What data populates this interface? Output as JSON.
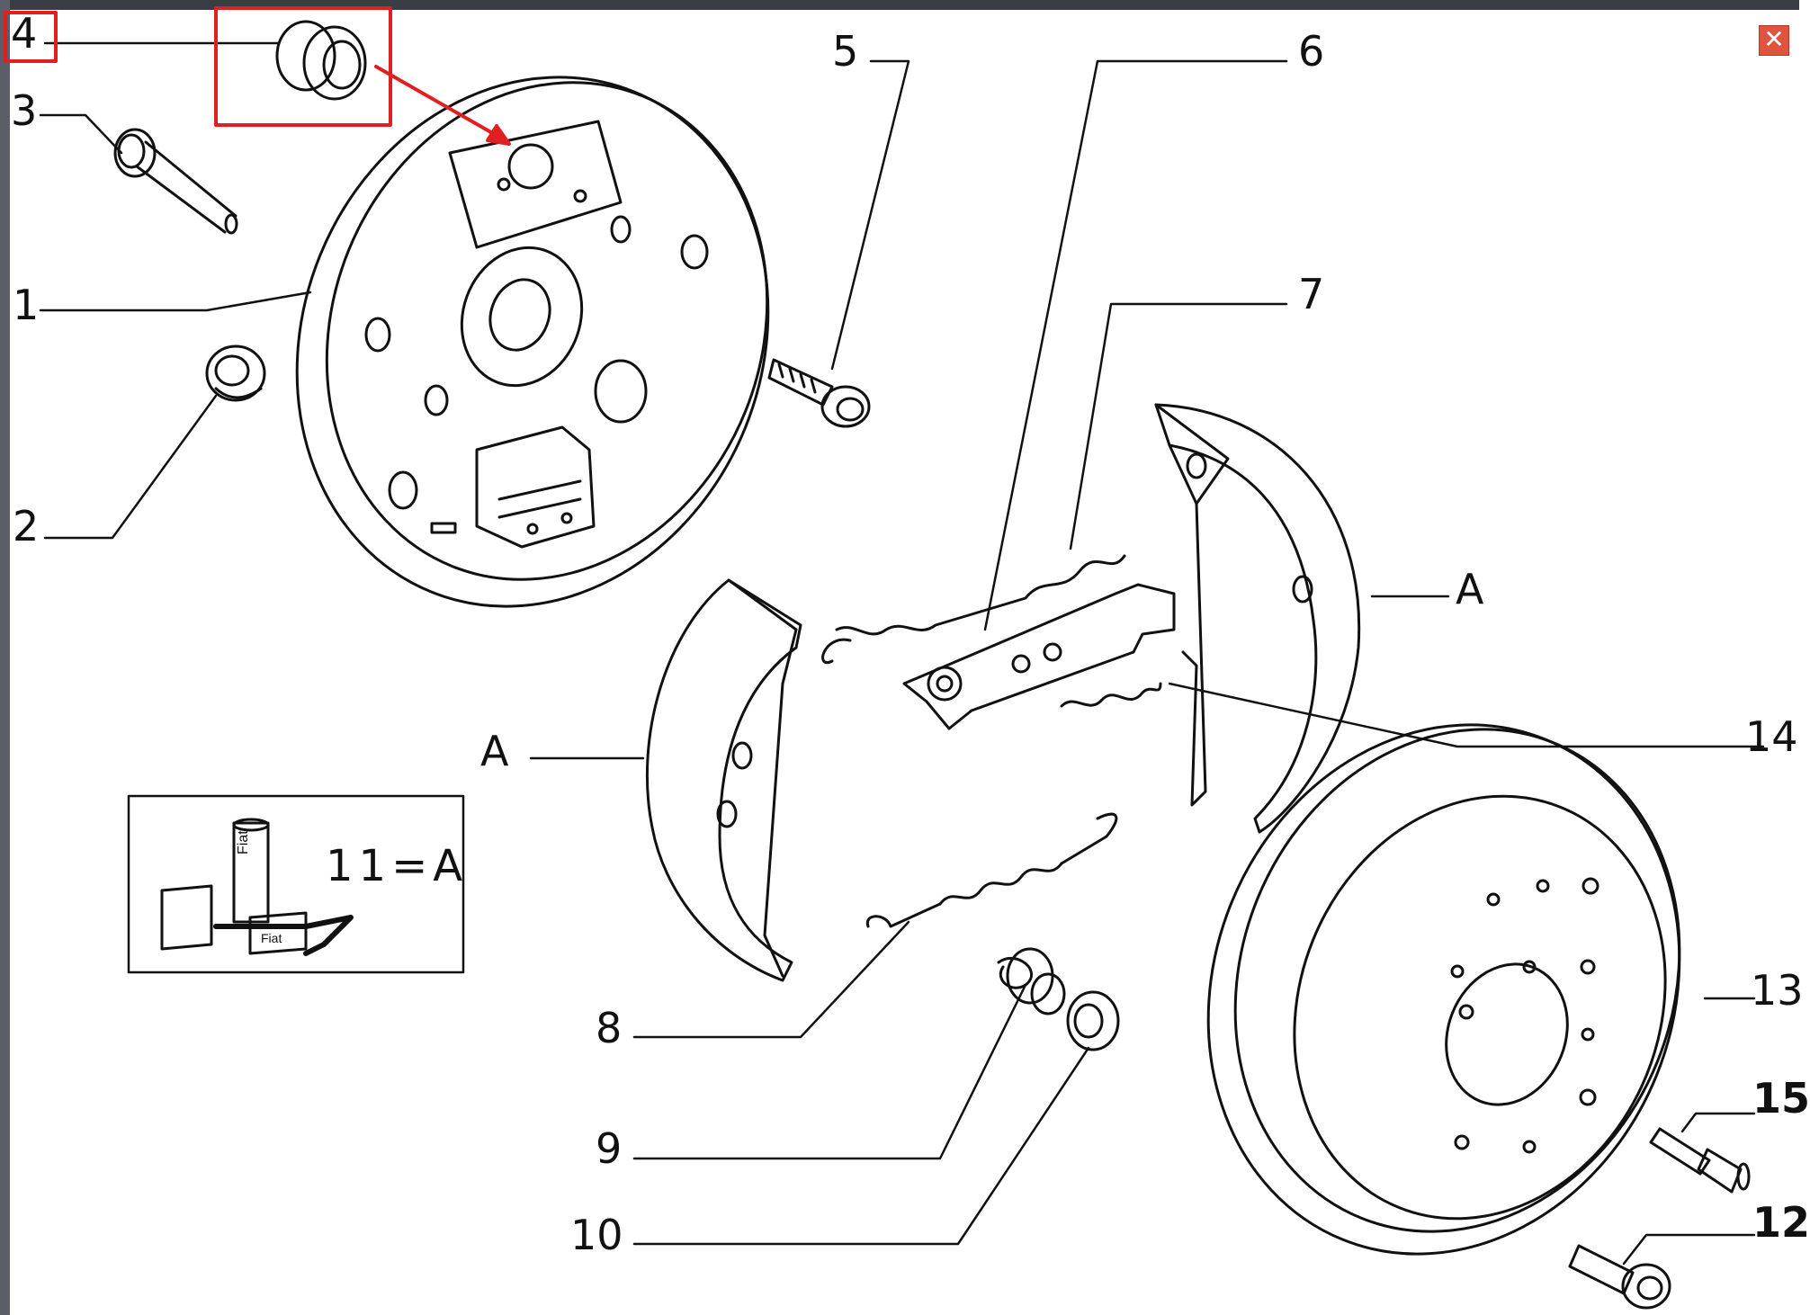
{
  "viewer": {
    "close_label": "✕"
  },
  "callouts": {
    "c1": "1",
    "c2": "2",
    "c3": "3",
    "c4": "4",
    "c5": "5",
    "c6": "6",
    "c7": "7",
    "c8": "8",
    "c9": "9",
    "c10": "10",
    "c12": "12",
    "c13": "13",
    "c14": "14",
    "c15": "15",
    "a_left": "A",
    "a_right": "A"
  },
  "legend": {
    "text": "11=A",
    "can_label": "Fiat",
    "box_label": "Fiat"
  },
  "highlight": {
    "color": "#e02020"
  }
}
